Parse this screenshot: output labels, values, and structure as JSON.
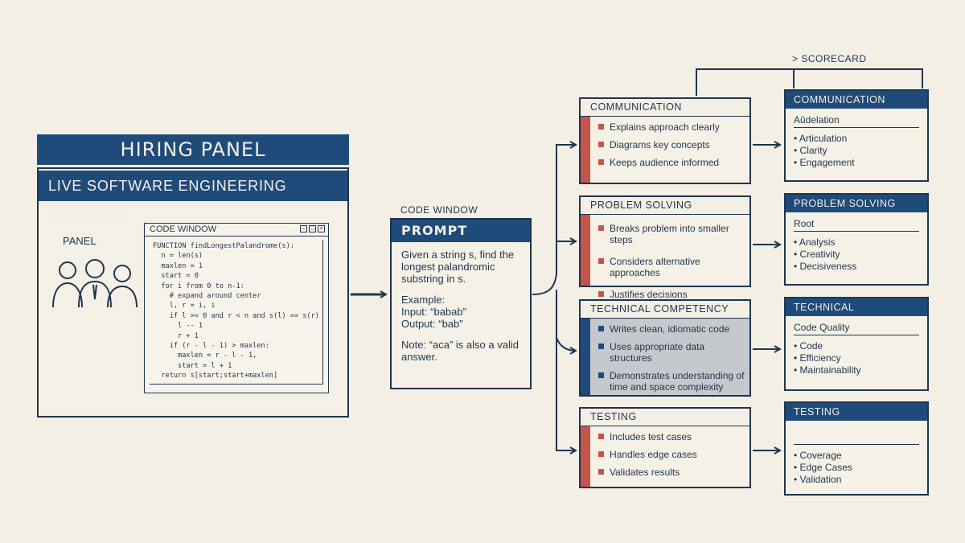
{
  "hiring_panel": {
    "title": "HIRING PANEL",
    "subtitle": "LIVE SOFTWARE ENGINEERING EXERCISE",
    "panel_label": "PANEL"
  },
  "code_window": {
    "title": "CODE WINDOW",
    "lines": [
      "FUNCTION findLongestPalandrome(s):",
      "  n = len(s)",
      "  maxlen = 1",
      "  start = 0",
      "  for i from 0 to n-1:",
      "    # expand around center",
      "    l, r = i, i",
      "    if l >= 0 and r < n and s(l) == s(r)",
      "      l -- 1",
      "      r + 1",
      "    if (r - l - 1) > maxlen:",
      "      maxlen = r - l - 1,",
      "      start = l + 1",
      "  return s[start;start+maxlen]"
    ]
  },
  "prompt": {
    "caption": "CODE WINDOW",
    "header": "PROMPT",
    "text": "Given a string s, find the longest palandromic substring in s.",
    "example_label": "Example:",
    "input": "Input: “babab”",
    "output": "Output: “bab”",
    "note": "Note: “aca” is also a valid answer."
  },
  "scorecard_label": "> SCORECARD",
  "criteria": [
    {
      "title": "COMMUNICATION",
      "items": [
        "Explains approach clearly",
        "Diagrams key concepts",
        "Keeps audience informed"
      ]
    },
    {
      "title": "PROBLEM SOLVING",
      "items": [
        "Breaks problem into smaller steps",
        "Considers alternative approaches",
        "Justifies decisions"
      ]
    },
    {
      "title": "TECHNICAL COMPETENCY",
      "items": [
        "Writes clean, idiomatic code",
        "Uses appropriate data structures",
        "Demonstrates understanding of time and space complexity"
      ]
    },
    {
      "title": "TESTING",
      "items": [
        "Includes test cases",
        "Handles edge cases",
        "Validates results"
      ]
    }
  ],
  "scorecards": [
    {
      "title": "COMMUNICATION",
      "sub": "Aŭdelation",
      "items": [
        "Articulation",
        "Clarity",
        "Engagement"
      ]
    },
    {
      "title": "PROBLEM SOLVING",
      "sub": "Root",
      "items": [
        "Analysis",
        "Creativity",
        "Decisiveness"
      ]
    },
    {
      "title": "TECHNICAL COMPETENCY",
      "sub": "Code Quality",
      "items": [
        "Code",
        "Efficiency",
        "Maintainability"
      ]
    },
    {
      "title": "TESTING",
      "sub": "",
      "items": [
        "Coverage",
        "Edge Cases",
        "Validation"
      ]
    }
  ],
  "colors": {
    "navy": "#1f4b7a",
    "ink": "#1f3550",
    "accent_red": "#c6544a",
    "background": "#f4efe5",
    "highlight_gray": "#c5c8cc"
  }
}
